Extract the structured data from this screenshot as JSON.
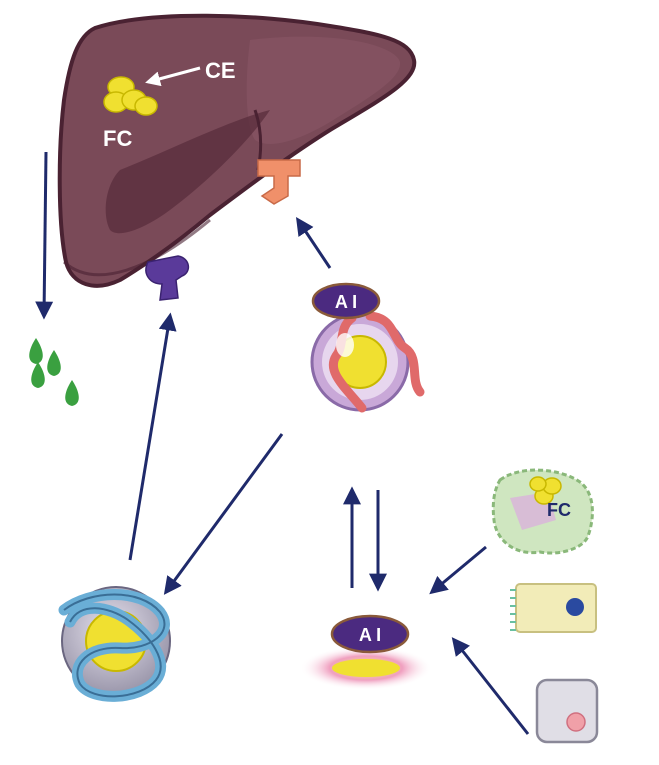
{
  "labels": {
    "ce": "CE",
    "fc_liver": "FC",
    "ai_top": "A I",
    "ai_bottom": "A I",
    "fc_macrophage": "FC"
  },
  "colors": {
    "liver": "#7a4a58",
    "liver_dark": "#5a2e3c",
    "arrow": "#1f2a6b",
    "ai_badge": "#4b2a80",
    "ldl_receptor": "#5a3a9a",
    "sr_bi_receptor": "#f0906a",
    "bile": "#3aa040",
    "cholesterol": "#f0e030",
    "apoa1_strand": "#e06a6a",
    "apoa1_blue": "#6aaed6"
  },
  "icons": [
    "liver-icon",
    "cholesterol-droplets-icon",
    "ldl-receptor-icon",
    "sr-bi-receptor-icon",
    "bile-drops-icon",
    "mature-hdl-icon",
    "ldl-particle-icon",
    "nascent-hdl-icon",
    "macrophage-icon",
    "enterocyte-icon",
    "peripheral-cell-icon"
  ]
}
